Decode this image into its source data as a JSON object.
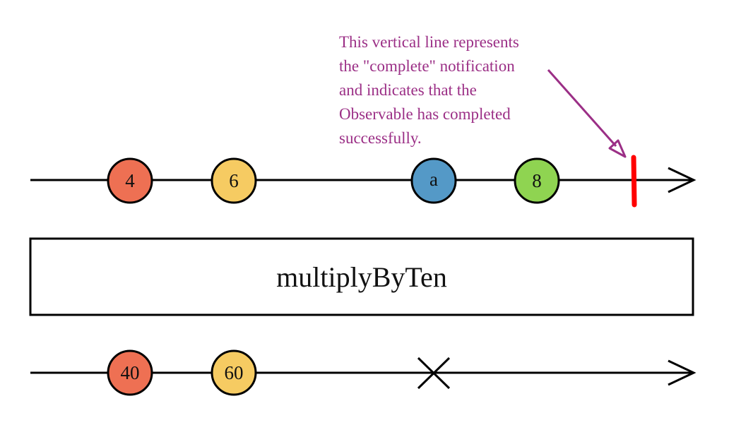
{
  "annotation": {
    "lines": [
      "This vertical line represents",
      "the \"complete\" notification",
      "and indicates that the",
      "Observable has completed",
      "successfully."
    ],
    "color": "#9b2f86"
  },
  "operator": {
    "label": "multiplyByTen"
  },
  "colors": {
    "line": "#000000",
    "complete_marker": "#ff0000",
    "orange": "#ee7053",
    "yellow": "#f6cb62",
    "blue": "#5499c7",
    "green": "#8fd451"
  },
  "input_stream": {
    "items": [
      {
        "label": "4",
        "color": "orange"
      },
      {
        "label": "6",
        "color": "yellow"
      },
      {
        "label": "a",
        "color": "blue"
      },
      {
        "label": "8",
        "color": "green"
      }
    ]
  },
  "output_stream": {
    "items": [
      {
        "label": "40",
        "color": "orange"
      },
      {
        "label": "60",
        "color": "yellow"
      }
    ],
    "error_marker": "x-icon"
  }
}
